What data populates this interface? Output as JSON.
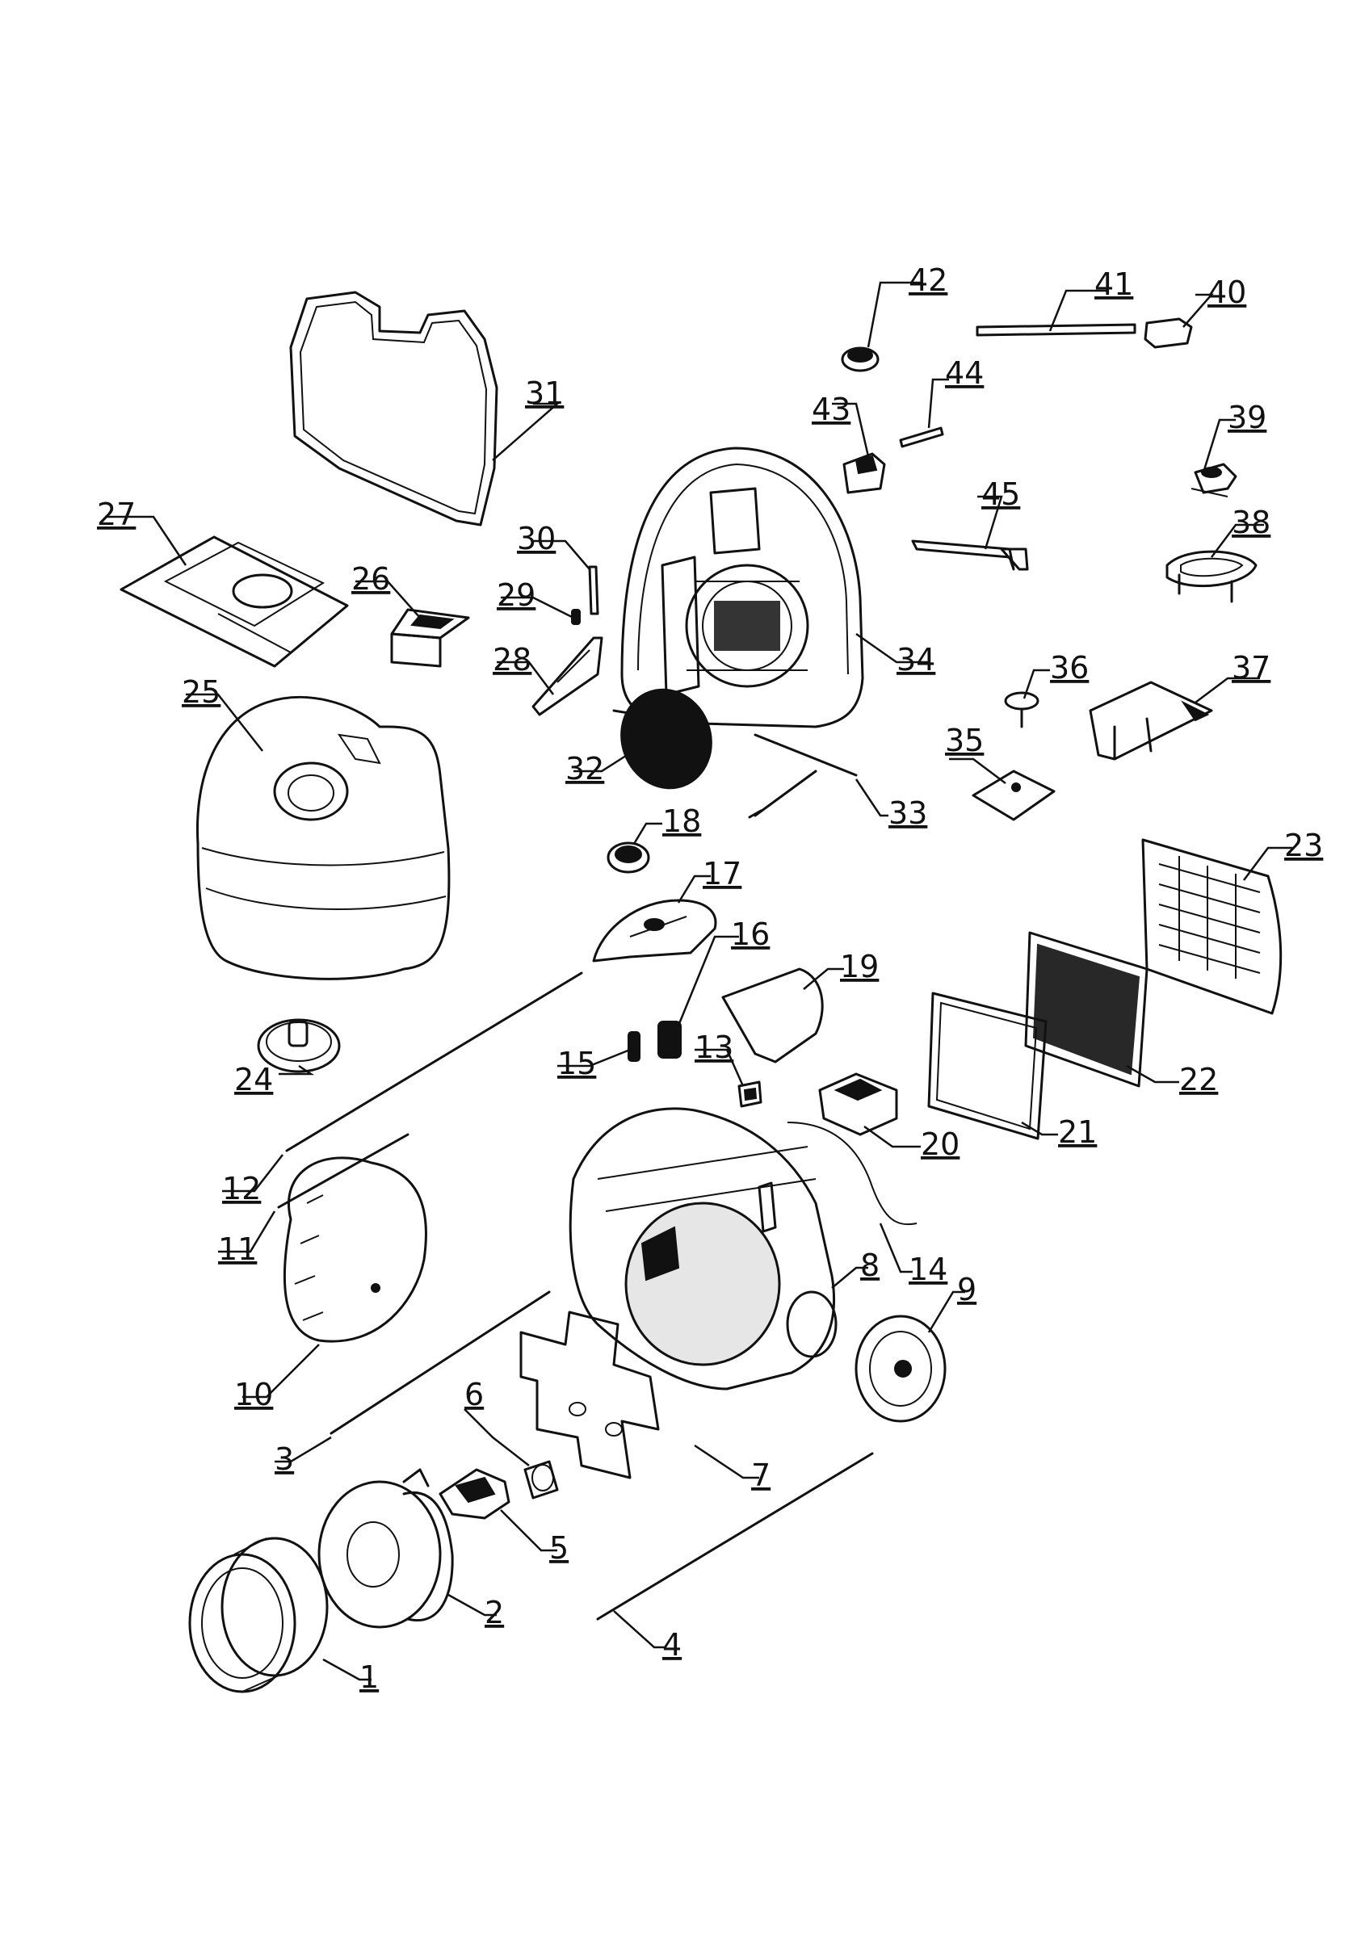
{
  "colors": {
    "ink": "#111111",
    "paper": "#ffffff"
  },
  "callouts": [
    "1",
    "2",
    "3",
    "4",
    "5",
    "6",
    "7",
    "8",
    "9",
    "10",
    "11",
    "12",
    "13",
    "14",
    "15",
    "16",
    "17",
    "18",
    "19",
    "20",
    "21",
    "22",
    "23",
    "24",
    "25",
    "26",
    "27",
    "28",
    "29",
    "30",
    "31",
    "32",
    "33",
    "34",
    "35",
    "36",
    "37",
    "38",
    "39",
    "40",
    "41",
    "42",
    "43",
    "44",
    "45"
  ]
}
